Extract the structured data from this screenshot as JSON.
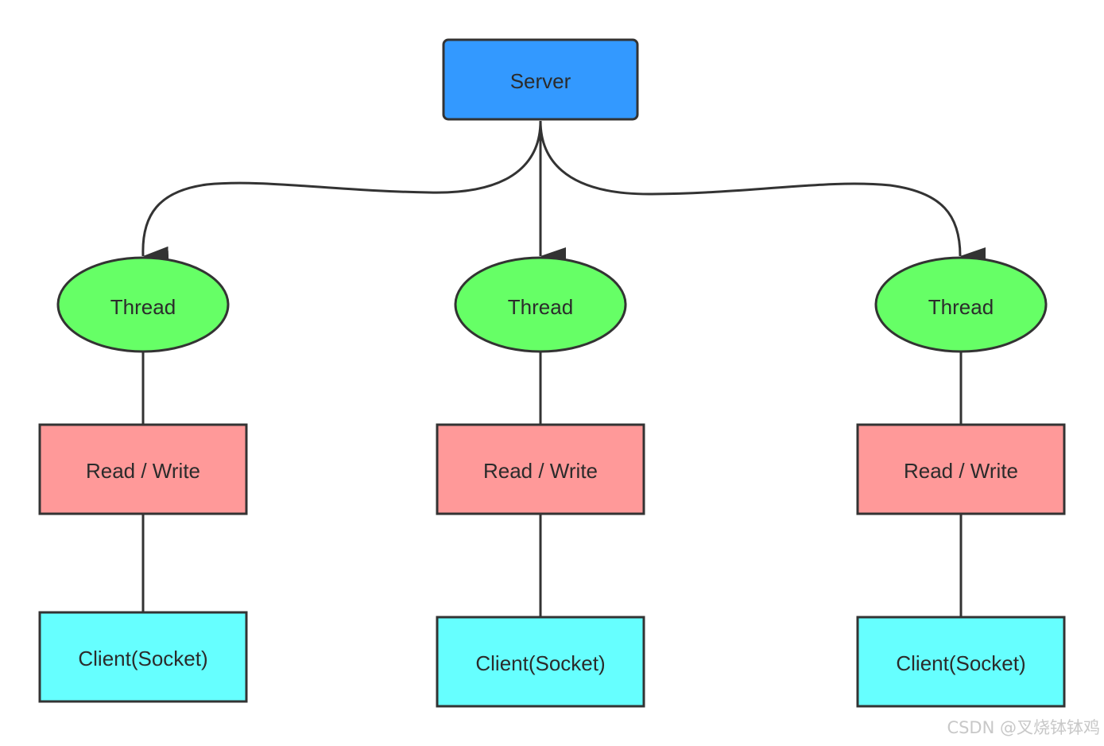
{
  "diagram": {
    "server": {
      "label": "Server",
      "color": "#3399ff"
    },
    "threads": [
      {
        "label": "Thread",
        "color": "#66ff66"
      },
      {
        "label": "Thread",
        "color": "#66ff66"
      },
      {
        "label": "Thread",
        "color": "#66ff66"
      }
    ],
    "read_write": [
      {
        "label": "Read / Write",
        "color": "#ff9999"
      },
      {
        "label": "Read / Write",
        "color": "#ff9999"
      },
      {
        "label": "Read / Write",
        "color": "#ff9999"
      }
    ],
    "clients": [
      {
        "label": "Client(Socket)",
        "color": "#66ffff"
      },
      {
        "label": "Client(Socket)",
        "color": "#66ffff"
      },
      {
        "label": "Client(Socket)",
        "color": "#66ffff"
      }
    ],
    "stroke_color": "#333333"
  },
  "watermark": "CSDN @叉烧钵钵鸡"
}
